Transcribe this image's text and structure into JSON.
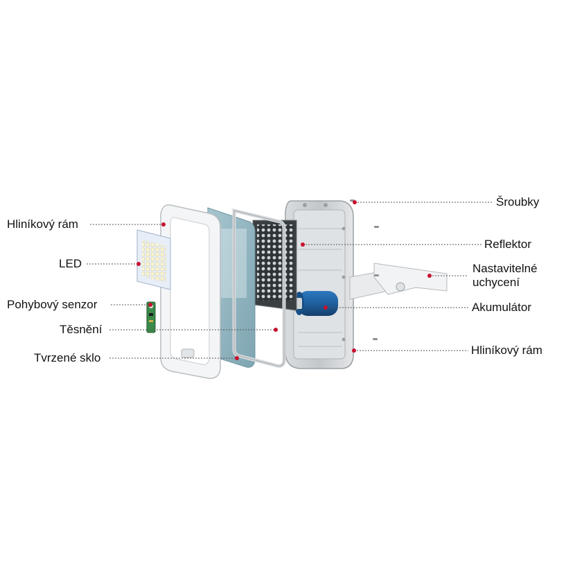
{
  "labels_left": [
    {
      "key": "frame_front",
      "text": "Hliníkový rám"
    },
    {
      "key": "led",
      "text": "LED"
    },
    {
      "key": "motion_sensor",
      "text": "Pohybový senzor"
    },
    {
      "key": "seal",
      "text": "Těsnění"
    },
    {
      "key": "tempered_glass",
      "text": "Tvrzené sklo"
    }
  ],
  "labels_right": [
    {
      "key": "screws",
      "text": "Šroubky"
    },
    {
      "key": "reflector",
      "text": "Reflektor"
    },
    {
      "key": "mount",
      "text": "Nastavitelné\nuchycení"
    },
    {
      "key": "battery",
      "text": "Akumulátor"
    },
    {
      "key": "frame_back",
      "text": "Hliníkový rám"
    }
  ],
  "colors": {
    "marker": "#c8102e",
    "leader": "#555555",
    "glass": "#8fb3bf",
    "battery": "#1f5f9e",
    "led_board": "#e8eef8",
    "pcb": "#3a8a4a"
  }
}
